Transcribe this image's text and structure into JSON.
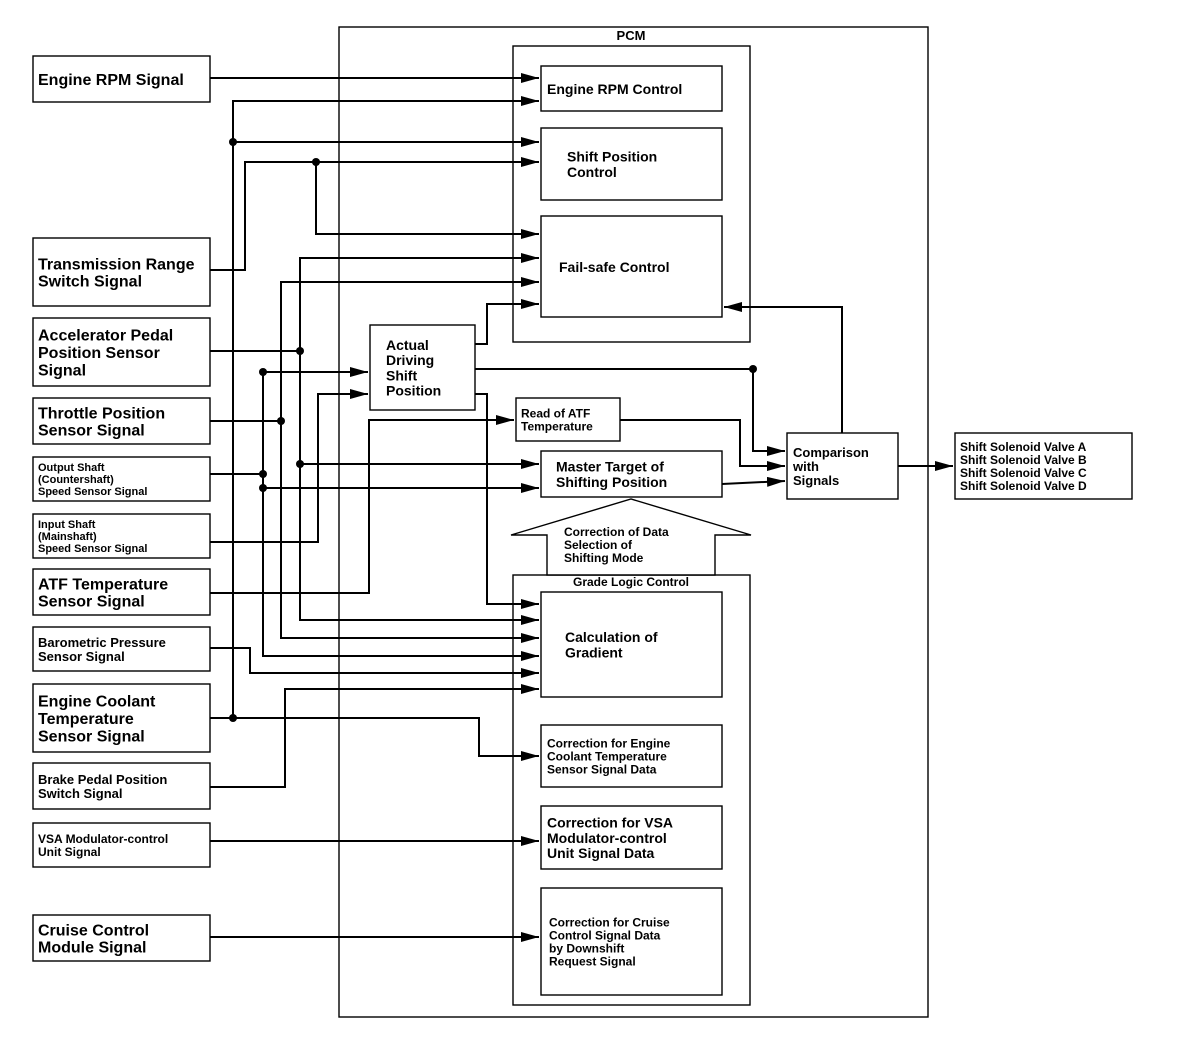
{
  "diagram": {
    "pcm_label": "PCM",
    "grade_logic_label": "Grade Logic Control",
    "correction_arrow_text": [
      "Correction of Data",
      "Selection of",
      "Shifting Mode"
    ],
    "inputs": [
      {
        "id": "engine-rpm-signal",
        "lines": [
          "Engine RPM Signal"
        ]
      },
      {
        "id": "transmission-range-switch-signal",
        "lines": [
          "Transmission Range",
          "Switch Signal"
        ]
      },
      {
        "id": "accelerator-pedal-position-sensor-signal",
        "lines": [
          "Accelerator Pedal",
          "Position Sensor",
          "Signal"
        ]
      },
      {
        "id": "throttle-position-sensor-signal",
        "lines": [
          "Throttle Position",
          "Sensor Signal"
        ]
      },
      {
        "id": "output-shaft-speed-sensor-signal",
        "lines": [
          "Output Shaft",
          "(Countershaft)",
          "Speed Sensor Signal"
        ]
      },
      {
        "id": "input-shaft-speed-sensor-signal",
        "lines": [
          "Input Shaft",
          "(Mainshaft)",
          "Speed Sensor Signal"
        ]
      },
      {
        "id": "atf-temperature-sensor-signal",
        "lines": [
          "ATF Temperature",
          "Sensor Signal"
        ]
      },
      {
        "id": "barometric-pressure-sensor-signal",
        "lines": [
          "Barometric Pressure",
          "Sensor Signal"
        ]
      },
      {
        "id": "engine-coolant-temperature-sensor-signal",
        "lines": [
          "Engine Coolant",
          "Temperature",
          "Sensor Signal"
        ]
      },
      {
        "id": "brake-pedal-position-switch-signal",
        "lines": [
          "Brake Pedal Position",
          "Switch Signal"
        ]
      },
      {
        "id": "vsa-modulator-control-unit-signal",
        "lines": [
          "VSA Modulator-control",
          "Unit Signal"
        ]
      },
      {
        "id": "cruise-control-module-signal",
        "lines": [
          "Cruise Control",
          "Module Signal"
        ]
      }
    ],
    "blocks": [
      {
        "id": "engine-rpm-control",
        "lines": [
          "Engine RPM Control"
        ]
      },
      {
        "id": "shift-position-control",
        "lines": [
          "Shift Position",
          "Control"
        ]
      },
      {
        "id": "fail-safe-control",
        "lines": [
          "Fail-safe Control"
        ]
      },
      {
        "id": "actual-driving-shift-position",
        "lines": [
          "Actual",
          "Driving",
          "Shift",
          "Position"
        ]
      },
      {
        "id": "read-of-atf-temperature",
        "lines": [
          "Read of ATF",
          "Temperature"
        ]
      },
      {
        "id": "master-target-of-shifting-position",
        "lines": [
          "Master Target of",
          "Shifting Position"
        ]
      },
      {
        "id": "comparison-with-signals",
        "lines": [
          "Comparison",
          "with",
          "Signals"
        ]
      },
      {
        "id": "calculation-of-gradient",
        "lines": [
          "Calculation of",
          "Gradient"
        ]
      },
      {
        "id": "correction-engine-coolant",
        "lines": [
          "Correction for Engine",
          "Coolant Temperature",
          "Sensor Signal Data"
        ]
      },
      {
        "id": "correction-vsa",
        "lines": [
          "Correction for VSA",
          "Modulator-control",
          "Unit Signal Data"
        ]
      },
      {
        "id": "correction-cruise-control",
        "lines": [
          "Correction for Cruise",
          "Control Signal Data",
          "by Downshift",
          "Request Signal"
        ]
      }
    ],
    "output": {
      "id": "shift-solenoid-valves",
      "lines": [
        "Shift Solenoid Valve A",
        "Shift Solenoid Valve B",
        "Shift Solenoid Valve C",
        "Shift Solenoid Valve D"
      ]
    }
  }
}
